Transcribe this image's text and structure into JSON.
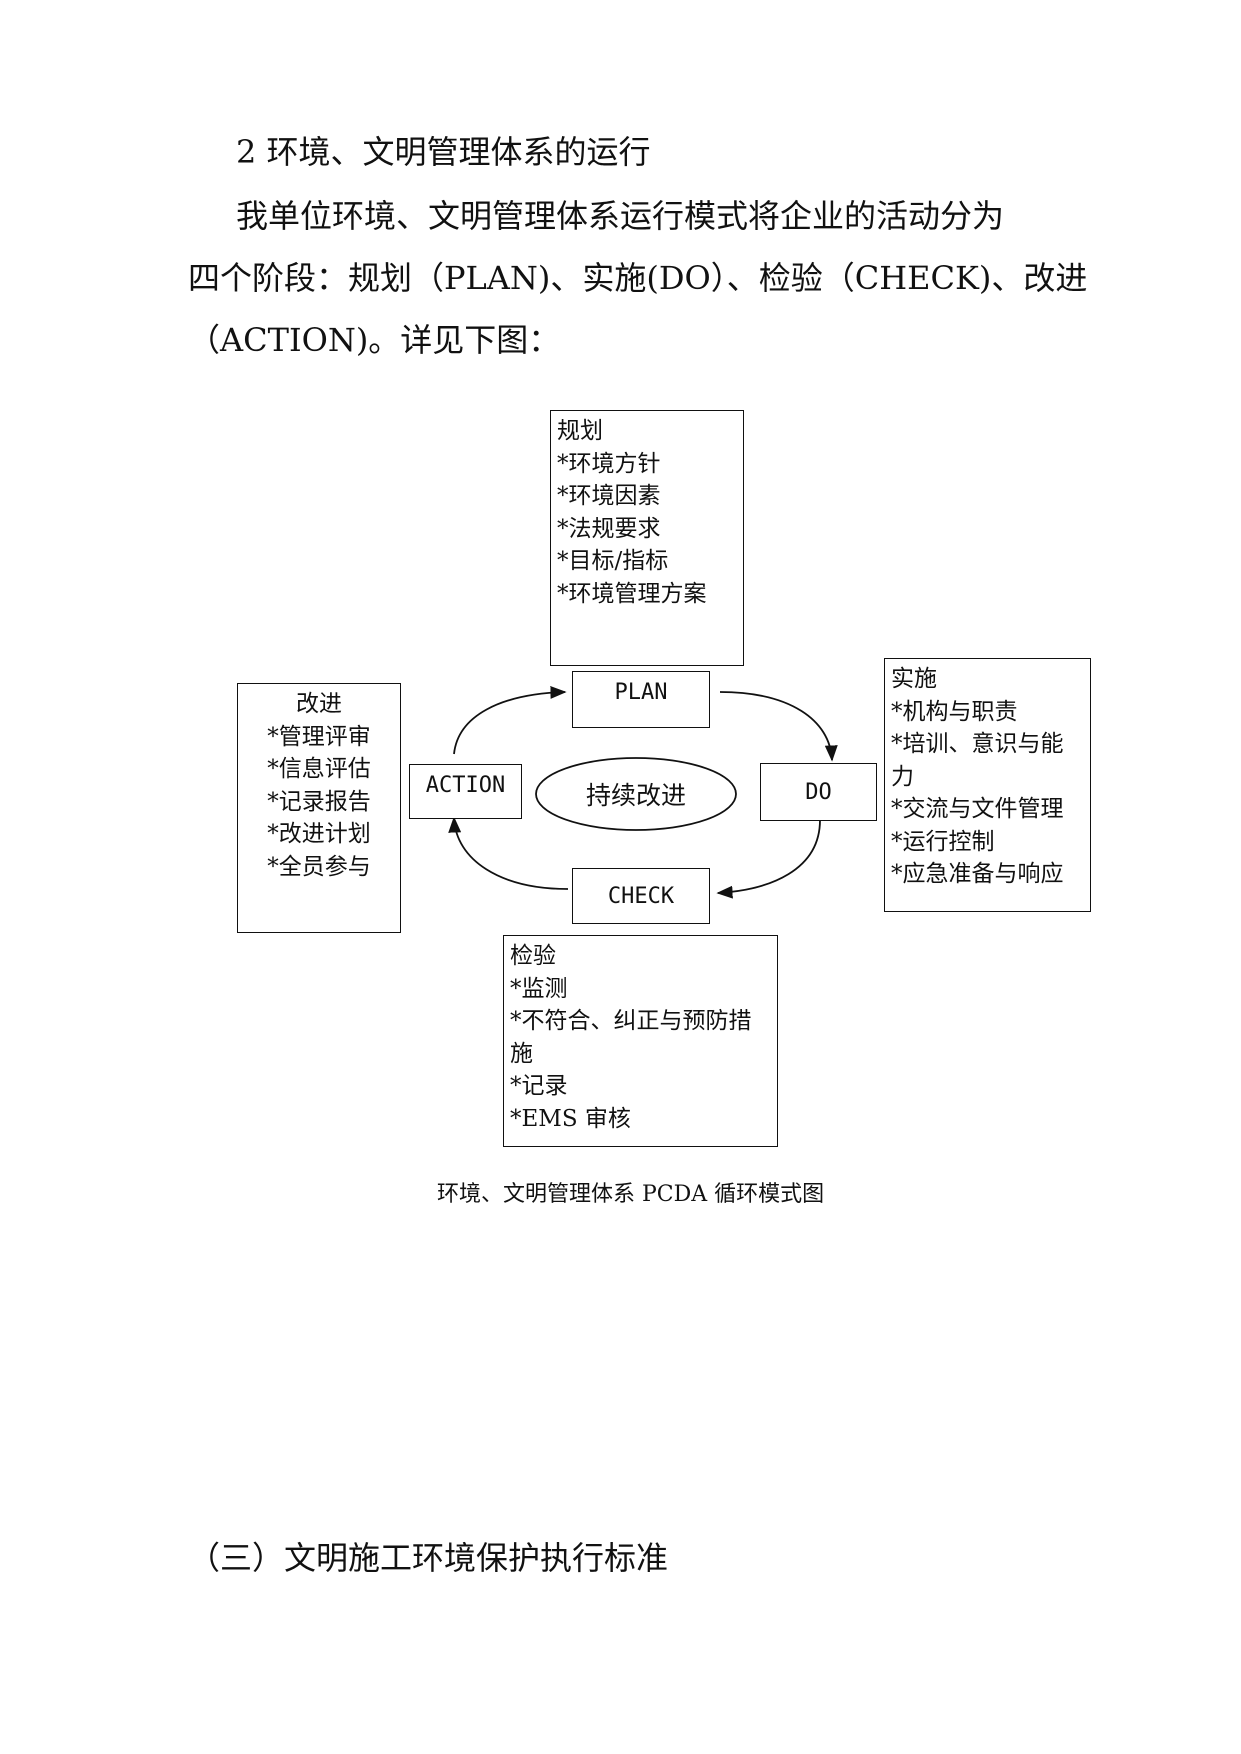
{
  "section_heading": "2 环境、文明管理体系的运行",
  "paragraph_lines": [
    "我单位环境、文明管理体系运行模式将企业的活动分为",
    "四个阶段：规划（PLAN)、实施(DO）、检验（CHECK)、改进",
    "（ACTION)。详见下图："
  ],
  "diagram": {
    "plan_box": {
      "lines": [
        "规划",
        "*环境方针",
        "*环境因素",
        "*法规要求",
        "*目标/指标",
        "*环境管理方案"
      ]
    },
    "do_box": {
      "lines": [
        "实施",
        "*机构与职责",
        "*培训、意识与能",
        "力",
        "*交流与文件管理",
        "*运行控制",
        "*应急准备与响应"
      ]
    },
    "check_box": {
      "lines": [
        "检验",
        "*监测",
        "*不符合、纠正与预防措",
        "施",
        "*记录",
        "*EMS 审核"
      ]
    },
    "action_box": {
      "lines": [
        "改进",
        "*管理评审",
        "*信息评估",
        "*记录报告",
        "*改进计划",
        "*全员参与"
      ]
    },
    "stages": {
      "plan": "PLAN",
      "do": "DO",
      "check": "CHECK",
      "action": "ACTION"
    },
    "center_label": "持续改进",
    "caption": "环境、文明管理体系 PCDA 循环模式图"
  },
  "next_heading": "（三）文明施工环境保护执行标准"
}
